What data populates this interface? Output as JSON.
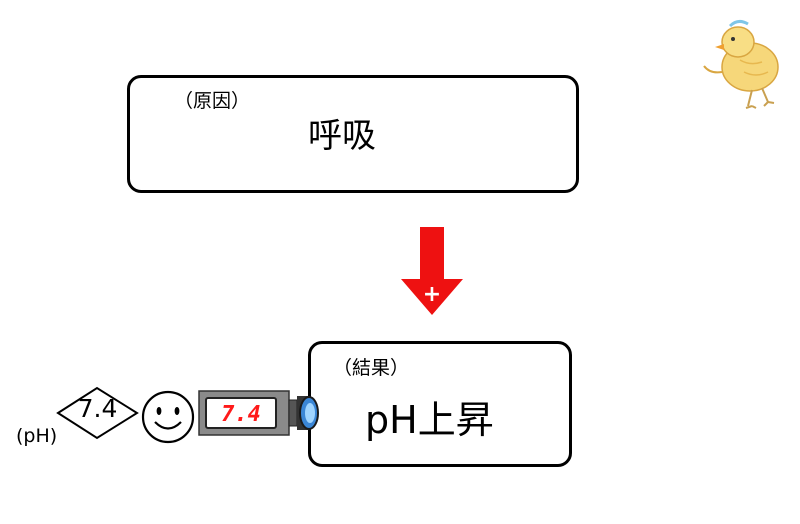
{
  "cause": {
    "label": "（原因）",
    "text": "呼吸"
  },
  "result": {
    "label": "（結果）",
    "text": "pH上昇"
  },
  "arrow": {
    "sign": "+",
    "color": "#ee1111"
  },
  "indicator": {
    "ph_label": "(pH)",
    "ph_value": "7.4",
    "meter_reading": "7.4",
    "meter_digit_color": "#ff1a1a"
  },
  "icons": [
    "down-arrow-icon",
    "smiley-face-icon",
    "ph-meter-icon",
    "chick-illustration-icon"
  ]
}
